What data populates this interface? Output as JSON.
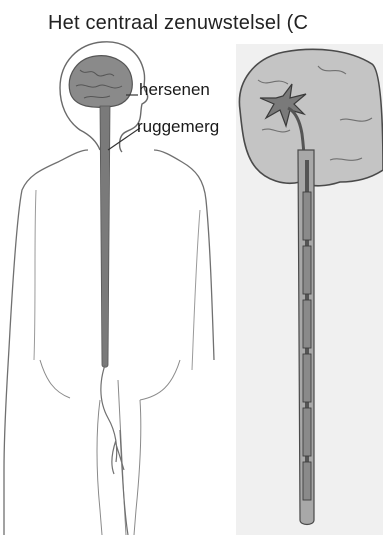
{
  "title": "Het centraal zenuwstelsel (C",
  "labels": {
    "hersenen": "hersenen",
    "ruggemerg": "ruggemerg"
  },
  "colors": {
    "brain_fill": "#888888",
    "nervous_tissue": "#777777",
    "outline": "#555555",
    "right_brain_fill": "#c4c4c4",
    "right_bg": "#f0f0f0"
  }
}
